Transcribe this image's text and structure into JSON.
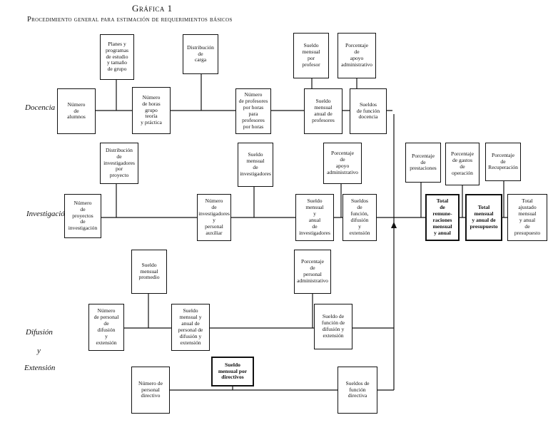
{
  "title": "Gráfica 1",
  "subtitle": "Procedimiento general para estimación de requerimientos básicos",
  "rows": {
    "docencia": "Docencia",
    "investigacion": "Investigación",
    "difusion": "Difusión",
    "y": "y",
    "extension": "Extensión"
  },
  "boxes": {
    "d_planes": "Planes y\nprogramas\nde estudio\ny tamaño\nde grupo",
    "d_distribucion": "Distribución\nde\ncarga",
    "d_sueldo_mensual_profesor": "Sueldo\nmensual\npor\nprofesor",
    "d_porcentaje_apoyo": "Porcentaje\nde\napoyo\nadministrativo",
    "d_numero_alumnos": "Número\nde\nalumnos",
    "d_numero_horas": "Número\nde horas\ngrupo\nteoría\ny práctica",
    "d_numero_profesores": "Número\nde profesores\npor horas\npara\nprofesores\npor horas",
    "d_sueldo_anual_profesores": "Sueldo\nmensual\nanual de\nprofesores",
    "d_sueldos_funcion_docencia": "Sueldos\nde función\ndocencia",
    "i_distribucion_investigadores": "Distribución\nde\ninvestigadores\npor\nproyecto",
    "i_sueldo_mensual_investigadores": "Sueldo\nmensual\nde\ninvestigadores",
    "i_porcentaje_apoyo": "Porcentaje\nde\napoyo\nadministrativo",
    "i_numero_proyectos": "Número\nde\nproyectos\nde\ninvestigación",
    "i_numero_investigadores": "Número\nde\ninvestigadores\ny\npersonal\nauxiliar",
    "i_sueldo_anual_investigadores": "Sueldo\nmensual\ny\nanual\nde\ninvestigadores",
    "i_sueldos_funcion": "Sueldos\nde\nfunción,\ndifusión\ny\nextensión",
    "t_porcentaje_prestaciones": "Porcentaje\nde\nprestaciones",
    "t_porcentaje_gastos": "Porcentaje\nde gastos\nde\noperación",
    "t_porcentaje_recuperacion": "Porcentaje\nde\nRecuperación",
    "t_total_remuneraciones": "Total\nde\nremune-\nraciones\nmensual\ny anual",
    "t_total_presupuesto": "Total\nmensual\ny anual de\npresupuesto",
    "t_total_ajustado": "Total\najustado\nmensual\ny anual\nde\npresupuesto",
    "f_sueldo_promedio": "Sueldo\nmensual\npromedio",
    "f_porcentaje_personal": "Porcentaje\nde\npersonal\nadministrativo",
    "f_numero_personal": "Número\nde personal\nde\ndifusión\ny\nextensión",
    "f_sueldo_anual_personal": "Sueldo\nmensual y\nanual de\npersonal de\ndifusión y\nextensión",
    "f_sueldo_funcion": "Sueldo de\nfunción de\ndifusión y\nextensión",
    "e_numero_personal_directivo": "Número de\npersonal\ndirectivo",
    "e_sueldo_directivos": "Sueldo\nmensual por\ndirectivos",
    "e_sueldos_funcion_directiva": "Sueldos de\nfunción\ndirectiva"
  }
}
